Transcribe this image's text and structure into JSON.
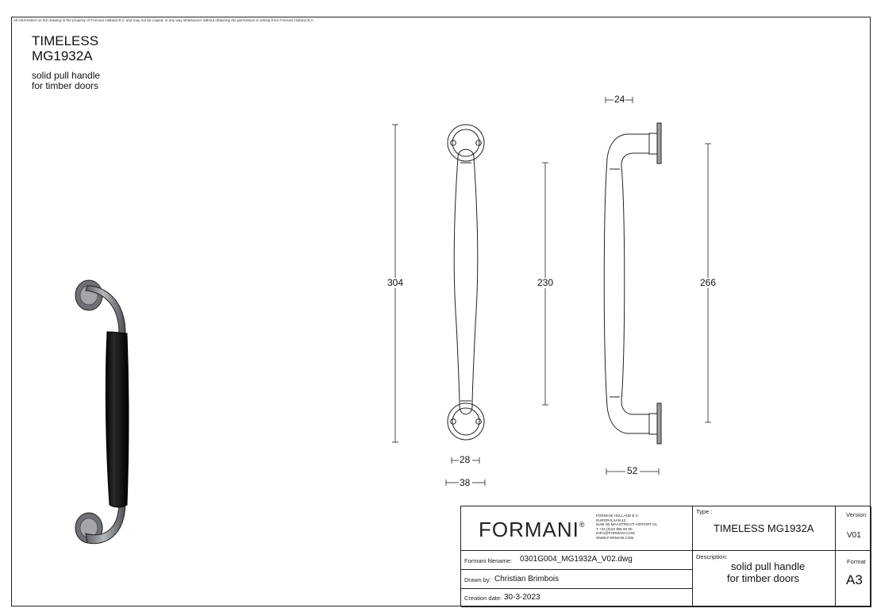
{
  "notice": "All information on the drawing is the property of Formani Holland B.V. and may not be copied, in any way whatsoever without obtaining the permission in writing from Formani Holland B.V",
  "header": {
    "title_line1": "TIMELESS",
    "title_line2": "MG1932A",
    "sub_line1": "solid pull handle",
    "sub_line2": "for timber doors"
  },
  "dimensions": {
    "overall_height": "304",
    "center_distance": "230",
    "side_height": "266",
    "projection_top": "24",
    "grip_width": "28",
    "rose_width": "38",
    "projection": "52"
  },
  "title_block": {
    "logo": "FORMANI",
    "logo_mark": "®",
    "address": [
      "FORMANI HOLLAND B.V.",
      "EUROPALAAN 12",
      "6199 AB MAASTRICHT-AIRPORT NL",
      "T +31 (0)43 308 90 00",
      "INFO@FORMANI.COM",
      "WWW.FORMANI.COM"
    ],
    "type_label": "Type :",
    "type_value": "TIMELESS MG1932A",
    "version_label": "Version:",
    "version_value": "V01",
    "filename_label": "Formani filename:",
    "filename_value": "0301G004_MG1932A_V02.dwg",
    "description_label": "Description:",
    "description_line1": "solid pull handle",
    "description_line2": "for timber doors",
    "format_label": "Format",
    "format_value": "A3",
    "drawn_label": "Drawn by:",
    "drawn_value": "Christian Brimbois",
    "date_label": "Creation date:",
    "date_value": "30-3-2023"
  },
  "colors": {
    "line": "#222222",
    "grip": "#0d0d0d",
    "metal": "#8c8f93"
  }
}
